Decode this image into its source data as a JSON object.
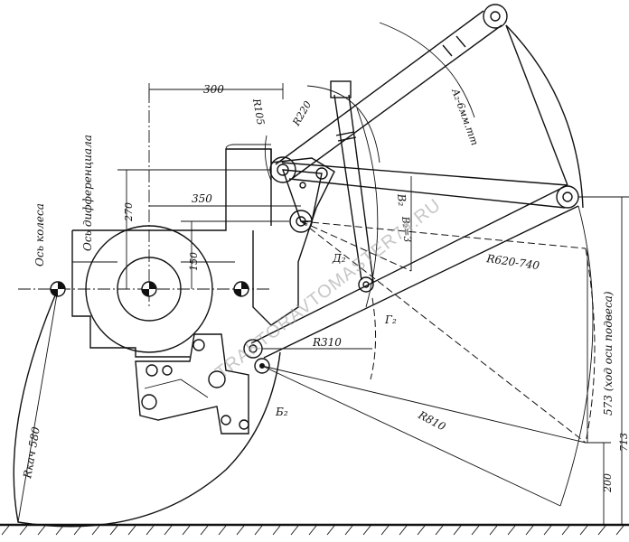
{
  "labels": {
    "wheel_axis": "Ось колеса",
    "diff_axis": "Ось дифференциала",
    "r_wheel": "Rкач 580",
    "r105": "R105",
    "r220": "R220",
    "d300": "300",
    "d350": "350",
    "d270": "270",
    "d150": "150",
    "r310": "R310",
    "r620": "R620-740",
    "r810": "R810",
    "a2": "A₂-6мм.mm",
    "b2": "В₂",
    "g2": "Г₂",
    "d2": "Д₂",
    "b2_under": "Б₂",
    "v2": "В₂=3",
    "stroke": "573 (ход оси подвеса)",
    "d713": "713",
    "d200": "200"
  },
  "watermark": "TRAKTORAVTOMASTER74.RU"
}
